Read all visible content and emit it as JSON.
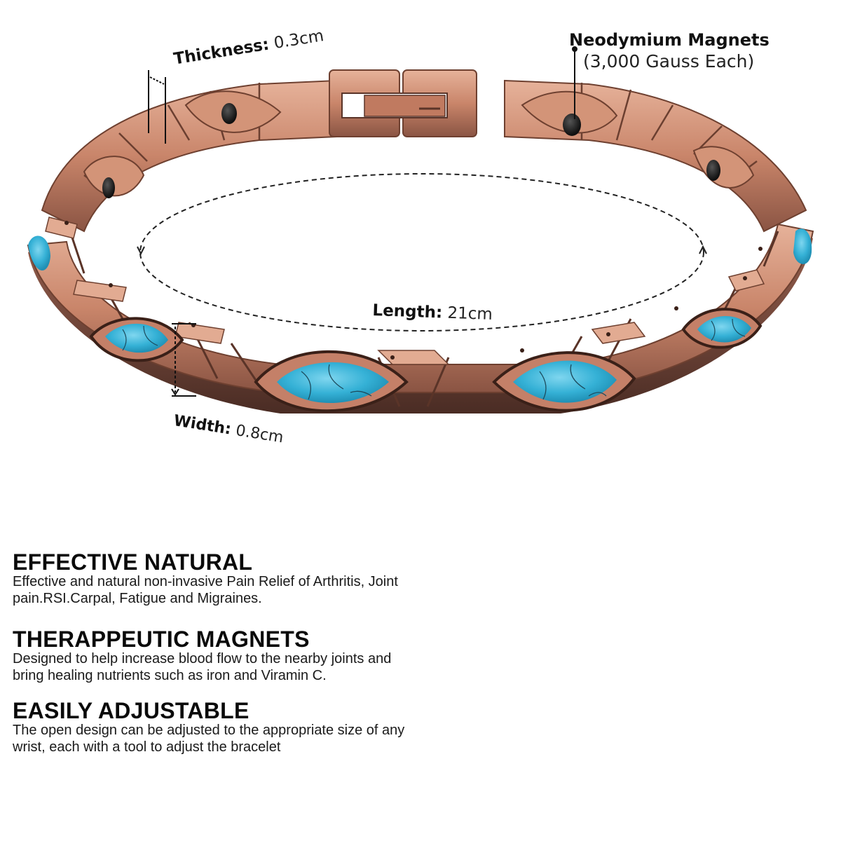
{
  "product": {
    "type": "Copper magnetic bracelet with turquoise stones",
    "colors": {
      "copper": "#c9856a",
      "copper_dark": "#7a4a3a",
      "copper_light": "#e3ad94",
      "turquoise": "#3bb6d8",
      "magnet": "#1e1e1e",
      "background": "#ffffff"
    }
  },
  "annotations": {
    "magnets": {
      "title": "Neodymium Magnets",
      "subtitle": "(3,000 Gauss Each)"
    },
    "thickness": {
      "label": "Thickness:",
      "value": "0.3cm"
    },
    "length": {
      "label": "Length:",
      "value": "21cm"
    },
    "width": {
      "label": "Width:",
      "value": "0.8cm"
    }
  },
  "features": [
    {
      "heading": "EFFECTIVE NATURAL",
      "line1": "Effective and natural non-invasive Pain Relief of Arthritis,  Joint",
      "line2": "pain.RSI.Carpal,  Fatigue and Migraines."
    },
    {
      "heading": "THERAPPEUTIC MAGNETS",
      "line1": "Designed to help increase blood flow to the nearby joints and",
      "line2": "bring healing nutrients such as iron and Viramin C."
    },
    {
      "heading": "EASILY ADJUSTABLE",
      "line1": "The open design can be adjusted to the appropriate size of any",
      "line2": "wrist, each with a tool to adjust the bracelet"
    }
  ]
}
